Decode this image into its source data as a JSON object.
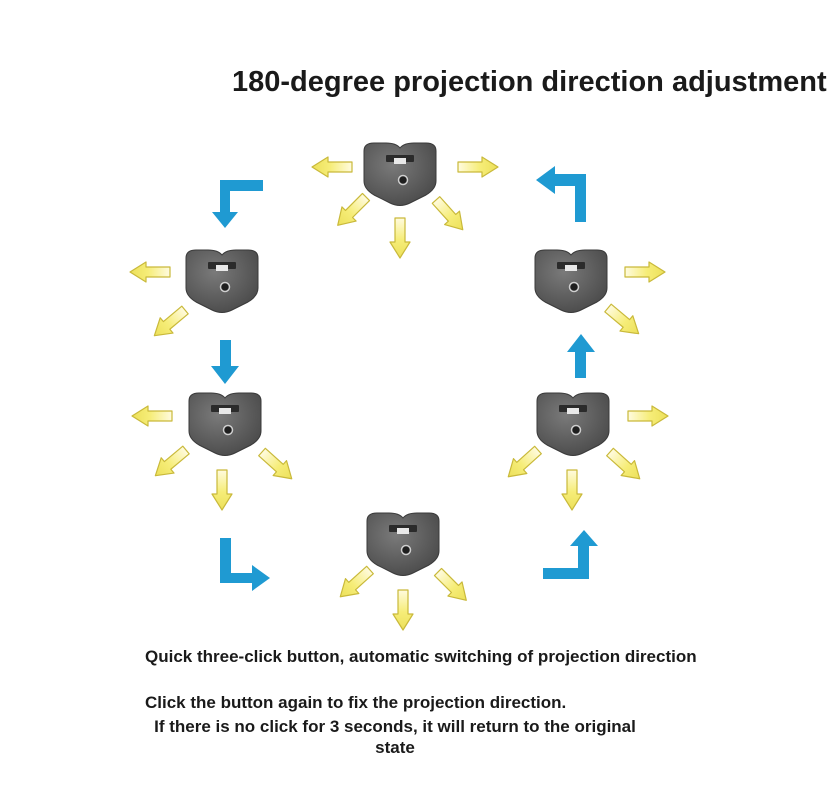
{
  "title": "180-degree projection direction adjustment",
  "captions": {
    "line1": "Quick three-click button, automatic switching of projection direction",
    "line2": "Click the button again to fix the projection direction.",
    "line3": "If there is no click for 3 seconds, it will return to the original state"
  },
  "colors": {
    "projection_arrow_fill": "#f4ea6a",
    "projection_arrow_stroke": "#c9b93a",
    "cycle_arrow": "#1f9ad2",
    "device_body": "#5a5a5a"
  },
  "icons": {
    "device": "projector-device-icon",
    "projection": "light-projection-arrow-icon",
    "cycle": "rotation-cycle-arrow-icon"
  }
}
